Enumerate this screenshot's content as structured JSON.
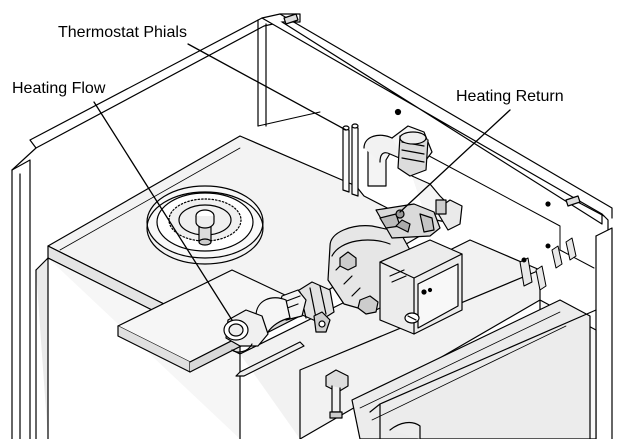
{
  "callouts": {
    "thermostat_phials": "Thermostat Phials",
    "heating_flow": "Heating Flow",
    "heating_return": "Heating Return"
  },
  "colors": {
    "line": "#000000",
    "background": "#ffffff",
    "shade_light": "#f2f2f2",
    "shade_mid": "#e2e2e2",
    "shade_dark": "#c8c8c8"
  }
}
